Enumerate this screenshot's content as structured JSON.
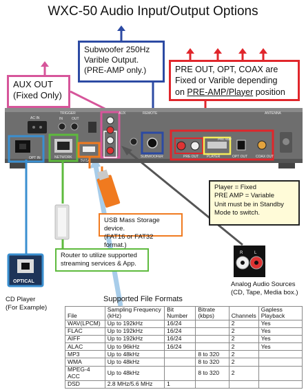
{
  "title": "WXC-50 Audio Input/Output Options",
  "callouts": {
    "aux_out": [
      "AUX OUT",
      "(Fixed Only)"
    ],
    "subwoofer": [
      "Subwoofer 250Hz",
      "Varible Output.",
      "(PRE-AMP only.)"
    ],
    "pre_out": {
      "line1": "PRE OUT, OPT, COAX are",
      "line2": "Fixed or Varible depending",
      "line3_prefix": "on ",
      "line3_underlined": "PRE-AMP/Player",
      "line3_suffix": " position"
    },
    "player_mode": [
      "Player = Fixed",
      "PRE AMP = Variable",
      "Unit must be in Standby",
      "Mode to switch."
    ],
    "usb": [
      "USB Mass Storage device.",
      "(FAT16 or FAT32 format.)"
    ],
    "router": [
      "Router to utilize supported",
      "streaming services & App."
    ],
    "analog": [
      "Analog Audio Sources",
      "(CD, Tape, Media box.)"
    ],
    "cd_player": [
      "CD Player",
      "(For Example)"
    ]
  },
  "panel_labels": {
    "ac_in": "AC IN",
    "trigger": "TRIGGER",
    "in": "IN",
    "out": "OUT",
    "aux": "AUX",
    "remote": "REMOTE",
    "antenna": "ANTENNA",
    "opt_in": "OPT IN",
    "network": "NETWORK",
    "usb": "5V/1A",
    "subwoofer": "SUBWOOFER",
    "pre_out": "PRE OUT",
    "player": "PLAYER",
    "pre_amp": "PRE AMP",
    "opt_out": "OPT OUT",
    "coax_out": "COAX OUT",
    "lr_left": "L",
    "lr_right": "R"
  },
  "optical_label": "OPTICAL",
  "formats": {
    "title": "Supported File Formats",
    "headers": [
      "File",
      "Sampling Frequency (kHz)",
      "Bit Number",
      "Bitrate (kbps)",
      "Channels",
      "Gapless Playback"
    ],
    "rows": [
      [
        "WAV(LPCM)",
        "Up to 192kHz",
        "16/24",
        "",
        "2",
        "Yes"
      ],
      [
        "FLAC",
        "Up to 192kHz",
        "16/24",
        "",
        "2",
        "Yes"
      ],
      [
        "AIFF",
        "Up to 192kHz",
        "16/24",
        "",
        "2",
        "Yes"
      ],
      [
        "ALAC",
        "Up to 96kHz",
        "16/24",
        "",
        "2",
        "Yes"
      ],
      [
        "MP3",
        "Up to 48kHz",
        "",
        "8 to 320",
        "2",
        ""
      ],
      [
        "WMA",
        "Up to 48kHz",
        "",
        "8 to 320",
        "2",
        ""
      ],
      [
        "MPEG-4 ACC",
        "Up to 48kHz",
        "",
        "8 to 320",
        "2",
        ""
      ],
      [
        "DSD",
        "2.8 MHz/5.6 MHz",
        "1",
        "",
        "",
        ""
      ]
    ]
  },
  "colors": {
    "aux": "#d6559a",
    "subwoofer": "#2c4aa3",
    "pre_out": "#e0262b",
    "usb": "#f07a1f",
    "network": "#5dba3c",
    "optical": "#3a8fd0",
    "light_blue": "#a8cdea",
    "panel": "#6b6b6b"
  }
}
